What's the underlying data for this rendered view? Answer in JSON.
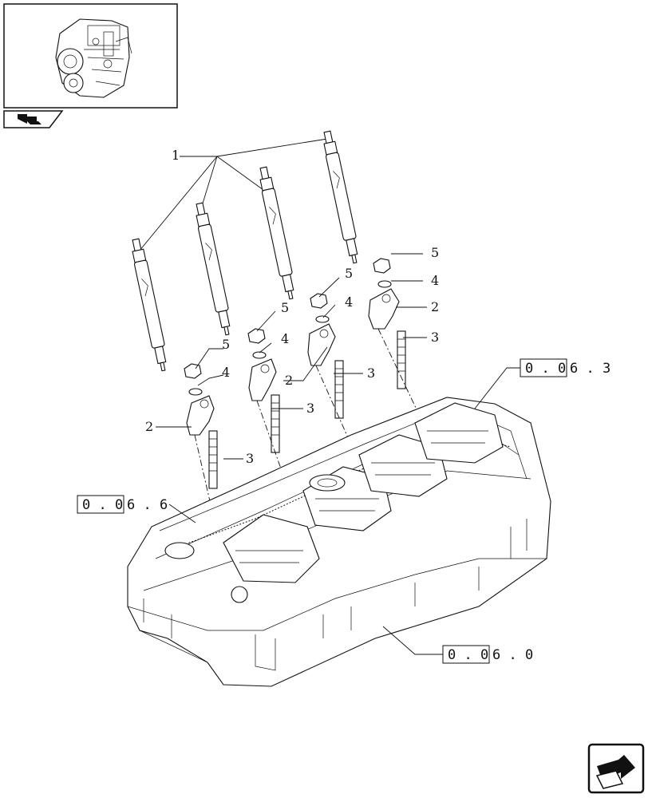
{
  "diagram": {
    "callouts": {
      "injectors": "1",
      "clamps": [
        "2",
        "2",
        "2"
      ],
      "studs": [
        "3",
        "3",
        "3",
        "3"
      ],
      "washers": [
        "4",
        "4",
        "4",
        "4"
      ],
      "nuts": [
        "5",
        "5",
        "5",
        "5"
      ]
    },
    "references": [
      {
        "boxed": "0 . 0",
        "suffix": "6 . 3"
      },
      {
        "boxed": "0 . 0",
        "suffix": "6 . 6"
      },
      {
        "boxed": "0 . 0",
        "suffix": "6 . 0"
      }
    ]
  },
  "icons": {
    "thumbnail": "engine-thumbnail-icon",
    "back": "back-arrow-icon",
    "next": "next-page-arrow-icon"
  }
}
